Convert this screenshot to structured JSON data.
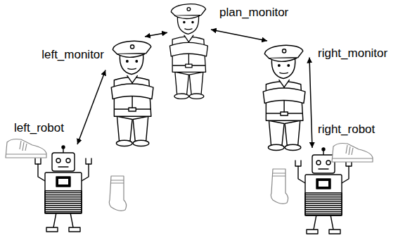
{
  "diagram": {
    "nodes": [
      {
        "text": [
          "plan_monitor"
        ]
      },
      {
        "text": [
          "left_monitor"
        ]
      },
      {
        "text": [
          "right_monitor"
        ]
      },
      {
        "text": [
          "left_robot"
        ]
      },
      {
        "text": [
          "right_robot"
        ]
      }
    ],
    "edges": [
      {
        "from": 1,
        "to": 0,
        "arrow": "both"
      },
      {
        "from": 0,
        "to": 2,
        "arrow": "both"
      },
      {
        "from": 1,
        "to": 3,
        "arrow": "both"
      },
      {
        "from": 2,
        "to": 4,
        "arrow": "both"
      }
    ]
  }
}
